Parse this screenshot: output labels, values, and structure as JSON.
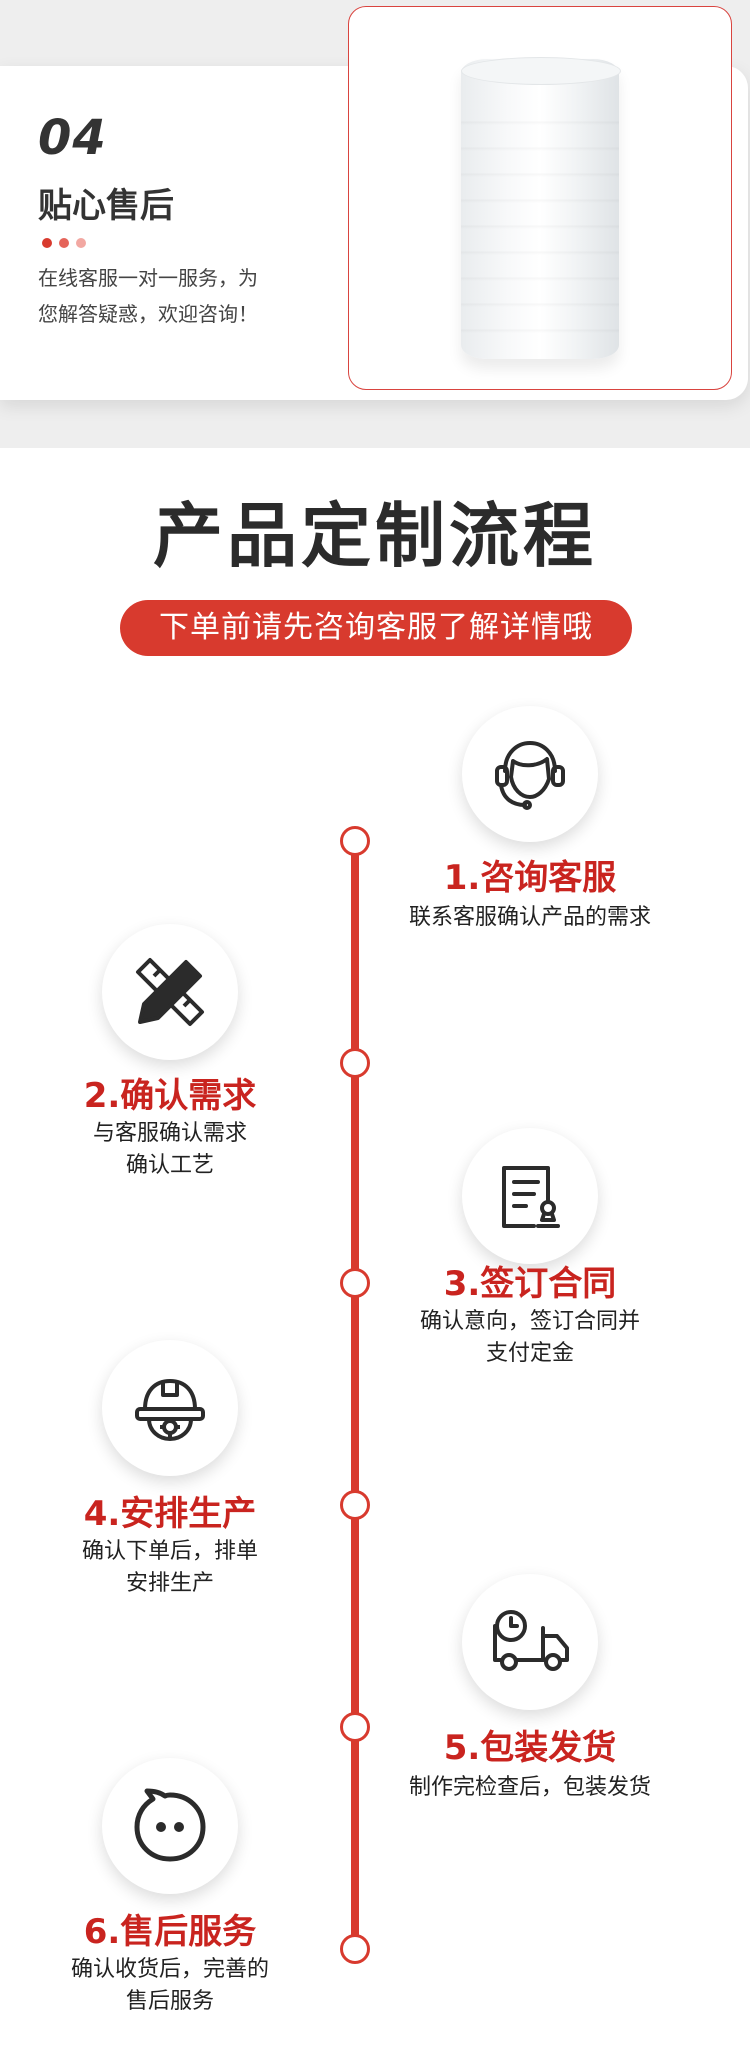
{
  "service_card": {
    "number": "04",
    "title": "贴心售后",
    "desc_line1": "在线客服一对一服务，为",
    "desc_line2": "您解答疑惑，欢迎咨询！",
    "dot_colors": [
      "#d83a2e",
      "#e5645a",
      "#f2a8a2"
    ]
  },
  "process": {
    "title": "产品定制流程",
    "subtitle": "下单前请先咨询客服了解详情哦",
    "accent_color": "#d83a2e",
    "steps": [
      {
        "title": "1.咨询客服",
        "desc_line1": "联系客服确认产品的需求",
        "desc_line2": "",
        "icon": "customer-service-headset-icon"
      },
      {
        "title": "2.确认需求",
        "desc_line1": "与客服确认需求",
        "desc_line2": "确认工艺",
        "icon": "pencil-ruler-icon"
      },
      {
        "title": "3.签订合同",
        "desc_line1": "确认意向，签订合同并",
        "desc_line2": "支付定金",
        "icon": "contract-seal-icon"
      },
      {
        "title": "4.安排生产",
        "desc_line1": "确认下单后，排单",
        "desc_line2": "安排生产",
        "icon": "safety-helmet-gear-icon"
      },
      {
        "title": "5.包装发货",
        "desc_line1": "制作完检查后，包装发货",
        "desc_line2": "",
        "icon": "delivery-truck-clock-icon"
      },
      {
        "title": "6.售后服务",
        "desc_line1": "确认收货后，完善的",
        "desc_line2": "售后服务",
        "icon": "chat-bubble-face-icon"
      }
    ]
  }
}
